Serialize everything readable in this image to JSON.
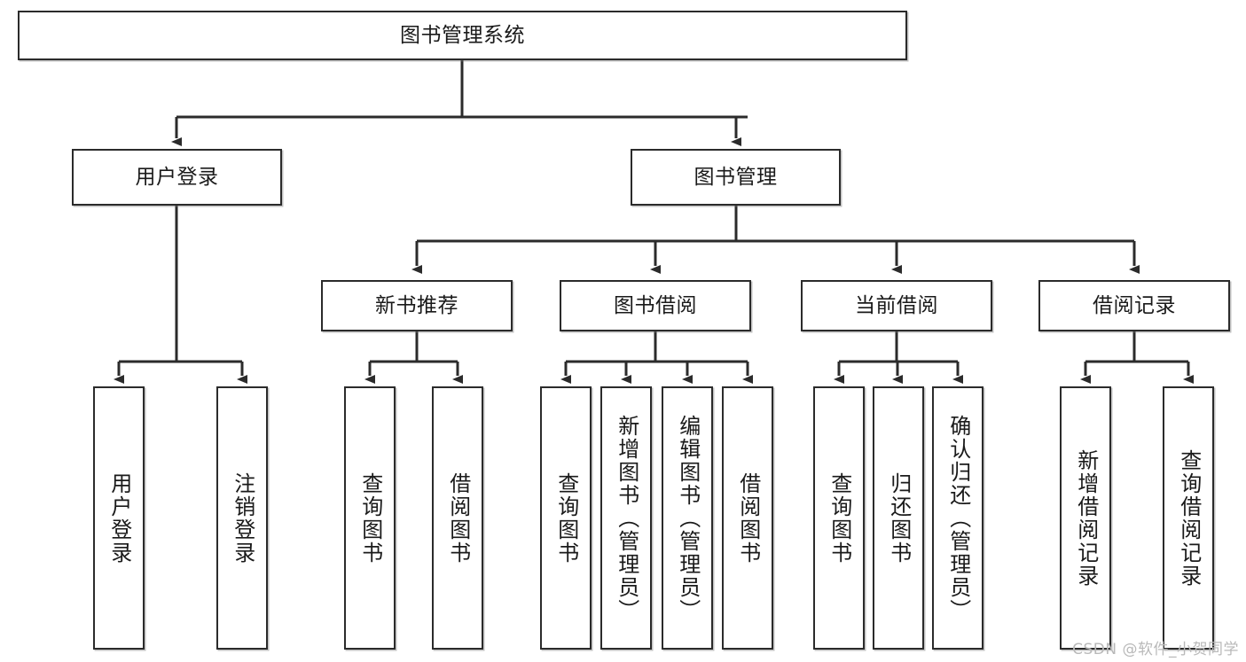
{
  "diagram": {
    "title": "图书管理系统",
    "type": "tree-hierarchy",
    "stroke_color": "#2b2b2b",
    "fill_color": "#ffffff",
    "text_color": "#1a1a1a"
  },
  "nodes": {
    "root": {
      "label": "图书管理系统"
    },
    "level2": [
      {
        "key": "user_login",
        "label": "用户登录"
      },
      {
        "key": "book_manage",
        "label": "图书管理"
      }
    ],
    "level3": [
      {
        "key": "new_book_recommend",
        "label": "新书推荐"
      },
      {
        "key": "book_borrow",
        "label": "图书借阅"
      },
      {
        "key": "current_borrow",
        "label": "当前借阅"
      },
      {
        "key": "borrow_record",
        "label": "借阅记录"
      }
    ],
    "leaves_user_login": [
      {
        "key": "login",
        "label": "用户登录"
      },
      {
        "key": "logout",
        "label": "注销登录"
      }
    ],
    "leaves_new_book_recommend": [
      {
        "key": "query_book",
        "label": "查询图书"
      },
      {
        "key": "borrow_book",
        "label": "借阅图书"
      }
    ],
    "leaves_book_borrow": [
      {
        "key": "query_book",
        "label": "查询图书"
      },
      {
        "key": "add_book",
        "label": "新增图书（管理员）"
      },
      {
        "key": "edit_book",
        "label": "编辑图书（管理员）"
      },
      {
        "key": "borrow_book",
        "label": "借阅图书"
      }
    ],
    "leaves_current_borrow": [
      {
        "key": "query_book",
        "label": "查询图书"
      },
      {
        "key": "return_book",
        "label": "归还图书"
      },
      {
        "key": "confirm_return",
        "label": "确认归还（管理员）"
      }
    ],
    "leaves_borrow_record": [
      {
        "key": "add_record",
        "label": "新增借阅记录"
      },
      {
        "key": "query_record",
        "label": "查询借阅记录"
      }
    ]
  },
  "watermark": {
    "text": "CSDN @软件_小贺同学"
  }
}
